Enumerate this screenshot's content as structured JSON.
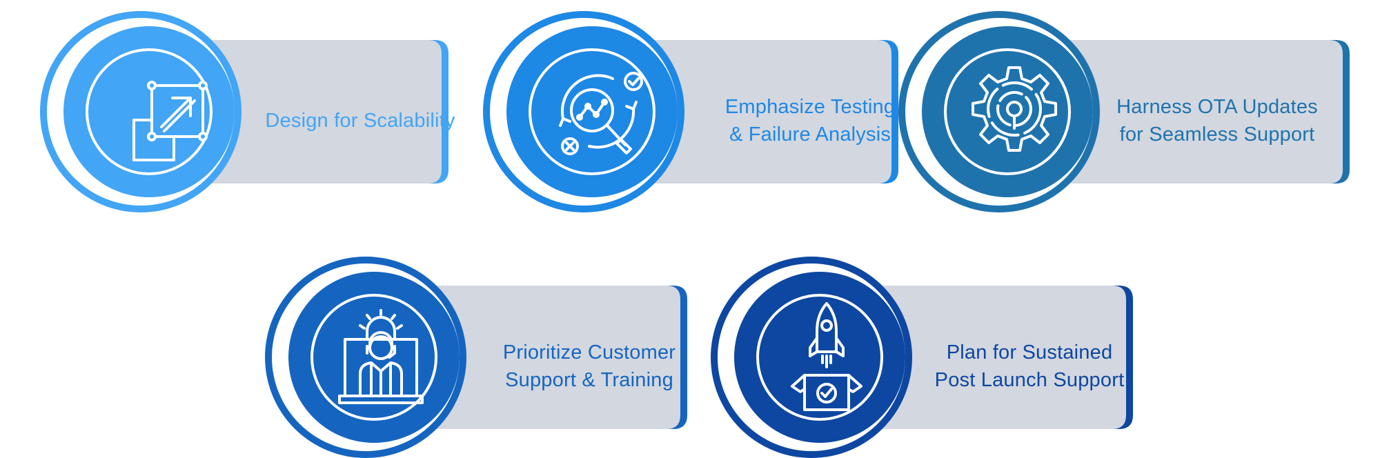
{
  "colors": {
    "card_bg": "#d3d7df",
    "white": "#ffffff",
    "c1": "#42a5f5",
    "c2": "#1e88e5",
    "c3": "#1f73ad",
    "c4": "#1565c0",
    "c5": "#0d47a1"
  },
  "items": [
    {
      "lines": [
        "Design for Scalability"
      ],
      "icon": "scalability-icon"
    },
    {
      "lines": [
        "Emphasize Testing",
        "& Failure Analysis"
      ],
      "icon": "testing-analysis-icon"
    },
    {
      "lines": [
        "Harness OTA Updates",
        "for Seamless Support"
      ],
      "icon": "ota-gear-icon"
    },
    {
      "lines": [
        "Prioritize Customer",
        "Support & Training"
      ],
      "icon": "customer-support-icon"
    },
    {
      "lines": [
        "Plan for Sustained",
        "Post Launch Support"
      ],
      "icon": "rocket-launch-icon"
    }
  ]
}
